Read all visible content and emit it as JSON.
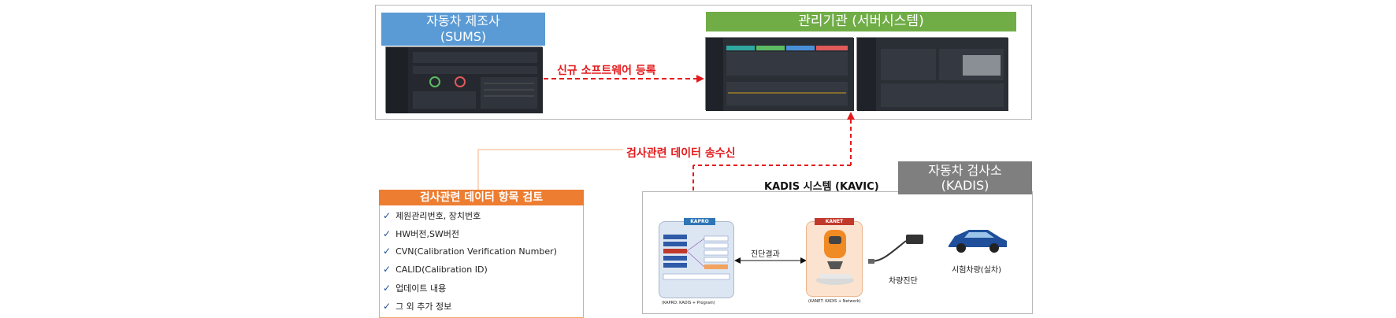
{
  "manufacturer": {
    "title_line1": "자동차 제조사",
    "title_line2": "(SUMS)"
  },
  "authority": {
    "title": "관리기관 (서버시스템)"
  },
  "arrow_register": {
    "label": "신규 소프트웨어 등록"
  },
  "arrow_exchange": {
    "label": "검사관련 데이터 송수신"
  },
  "inspection": {
    "title_line1": "자동차 검사소",
    "title_line2": "(KADIS)"
  },
  "kadis_system": {
    "title": "KADIS 시스템 (KAVIC)"
  },
  "review": {
    "title": "검사관련 데이터 항목 검토",
    "items": [
      "제원관리번호, 장치번호",
      "HW버전,SW버전",
      "CVN(Calibration Verification Number)",
      "CALID(Calibration ID)",
      "업데이트 내용",
      "그 외 추가 정보"
    ]
  },
  "kapro": {
    "badge": "KAPRO",
    "caption": "(KAPRO: KADIS + Program)"
  },
  "kanet": {
    "badge": "KANET",
    "caption": "(KANET: KADIS + Network)"
  },
  "link_labels": {
    "diagnosis_result": "진단결과",
    "vehicle_diagnosis": "차량진단",
    "test_vehicle": "시험차량(실차)"
  },
  "colors": {
    "blue_header": "#5b9bd5",
    "green_header": "#70ad47",
    "gray_header": "#7f7f7f",
    "orange_header": "#ed7d31",
    "red_arrow": "#e41a1c"
  }
}
